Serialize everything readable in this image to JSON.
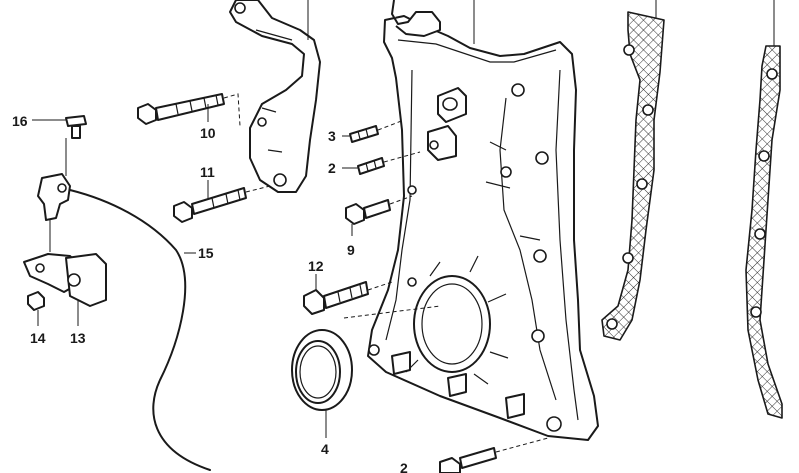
{
  "callouts": [
    {
      "id": "p16",
      "text": "16"
    },
    {
      "id": "p10",
      "text": "10"
    },
    {
      "id": "p3",
      "text": "3"
    },
    {
      "id": "p2",
      "text": "2"
    },
    {
      "id": "p11",
      "text": "11"
    },
    {
      "id": "p9",
      "text": "9"
    },
    {
      "id": "p15",
      "text": "15"
    },
    {
      "id": "p12",
      "text": "12"
    },
    {
      "id": "p14",
      "text": "14"
    },
    {
      "id": "p13",
      "text": "13"
    },
    {
      "id": "p4",
      "text": "4"
    },
    {
      "id": "p2b",
      "text": "2"
    }
  ]
}
